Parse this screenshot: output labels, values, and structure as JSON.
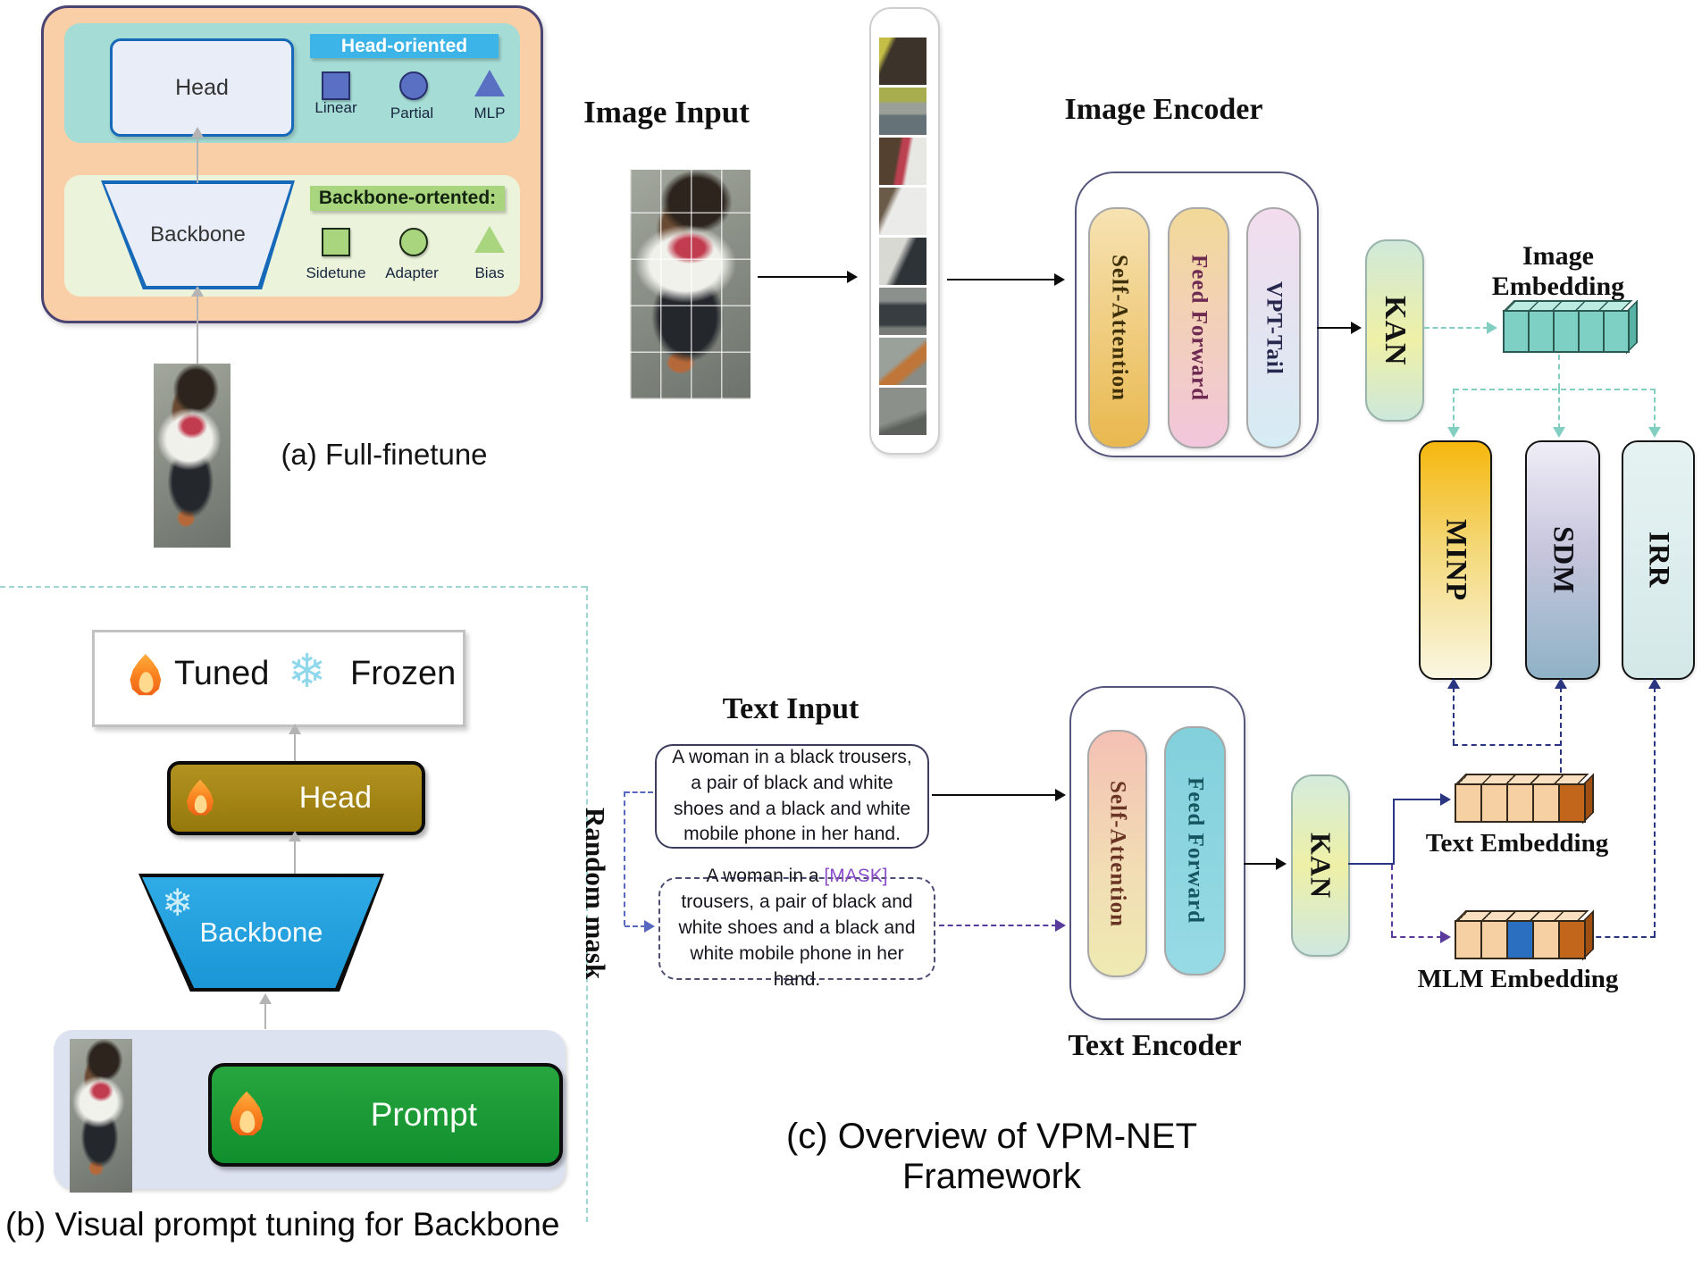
{
  "panel_a": {
    "caption": "(a) Full-finetune",
    "head_label": "Head",
    "backbone_label": "Backbone",
    "head_oriented": {
      "title": "Head-oriented",
      "items": [
        {
          "shape": "square",
          "label": "Linear"
        },
        {
          "shape": "circle",
          "label": "Partial"
        },
        {
          "shape": "triangle",
          "label": "MLP"
        }
      ]
    },
    "backbone_oriented": {
      "title": "Backbone-ortented:",
      "items": [
        {
          "shape": "square",
          "label": "Sidetune"
        },
        {
          "shape": "circle",
          "label": "Adapter"
        },
        {
          "shape": "triangle",
          "label": "Bias"
        }
      ]
    }
  },
  "panel_b": {
    "caption": "(b) Visual prompt tuning for Backbone",
    "legend": {
      "tuned": "Tuned",
      "frozen": "Frozen"
    },
    "head_label": "Head",
    "backbone_label": "Backbone",
    "prompt_label": "Prompt"
  },
  "panel_c": {
    "caption": "(c) Overview of VPM-NET Framework",
    "image_input_label": "Image Input",
    "image_encoder": {
      "title": "Image Encoder",
      "blocks": [
        "Self-Attention",
        "Feed Forward",
        "VPT-Tail"
      ]
    },
    "text_encoder": {
      "title": "Text Encoder",
      "blocks": [
        "Self-Attention",
        "Feed Forward"
      ]
    },
    "kan_label": "KAN",
    "image_embedding_label": "Image Embedding",
    "text_embedding_label": "Text Embedding",
    "mlm_embedding_label": "MLM Embedding",
    "text_input_label": "Text Input",
    "random_mask_label": "Random  mask",
    "caption_text_original": "A woman in a black trousers, a pair of black and white shoes and a black and white mobile phone in her hand.",
    "masked_prefix": "A woman in a ",
    "mask_token": "[MASK]",
    "masked_suffix": " trousers, a pair of black and white shoes and a black and white mobile phone in her hand.",
    "heads": [
      "MINP",
      "SDM",
      "IRR"
    ]
  },
  "colors": {
    "panel_a_bg": "#f8cfa6",
    "head_band": "#a5dcd6",
    "backbone_band": "#ebf3da",
    "head_chip": "#3cb4e8",
    "backbone_chip": "#a9d57e",
    "blue_icon": "#5a70c2",
    "green_icon": "#a9d57e",
    "tuned_head_gold": "#a8890f",
    "frozen_backbone_blue": "#28a5e2",
    "prompt_green": "#1aa238",
    "minp_gold": "#f6b70e",
    "sdm_steel": "#8fb2c6",
    "irr_teal": "#d9ecec",
    "embedding_teal": "#7ed0c4",
    "embedding_peach": "#f6cfa2",
    "embedding_orange": "#c2661c",
    "mask_cell_blue": "#2b6fc0",
    "navy_line": "#2a3580",
    "purple_line": "#5a3a9a",
    "teal_dash": "#82cfc2",
    "mask_text_purple": "#8a4fc8"
  }
}
